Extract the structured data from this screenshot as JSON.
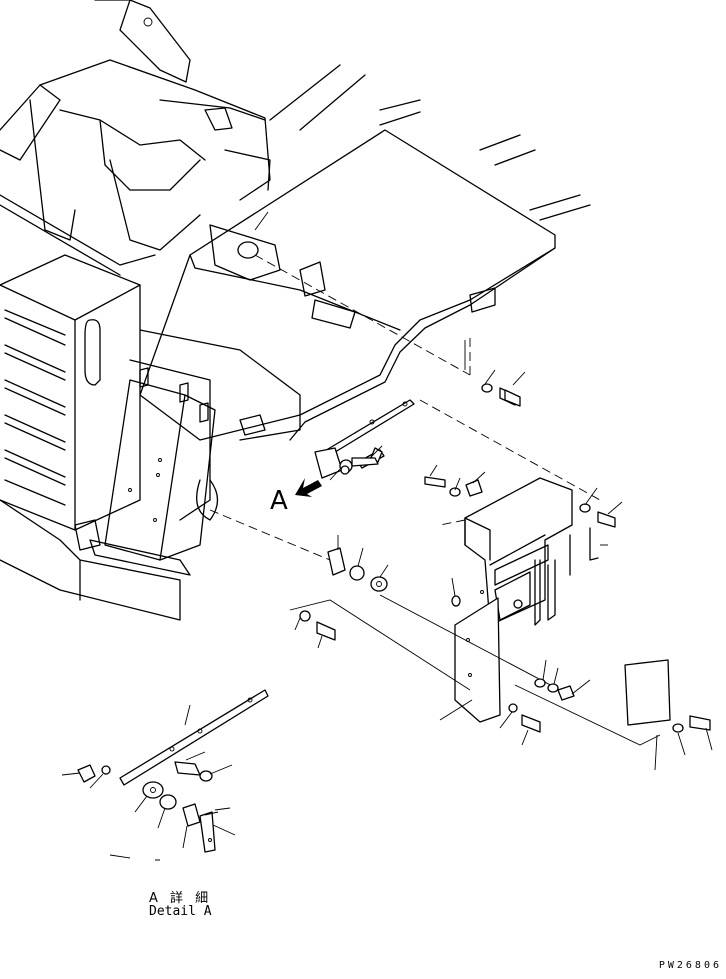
{
  "view_marker": "A",
  "detail_label_jp": "A 詳 細",
  "detail_label_en": "Detail A",
  "drawing_number": "PW26806",
  "view_arrow_icon": "view-direction-arrow-icon"
}
